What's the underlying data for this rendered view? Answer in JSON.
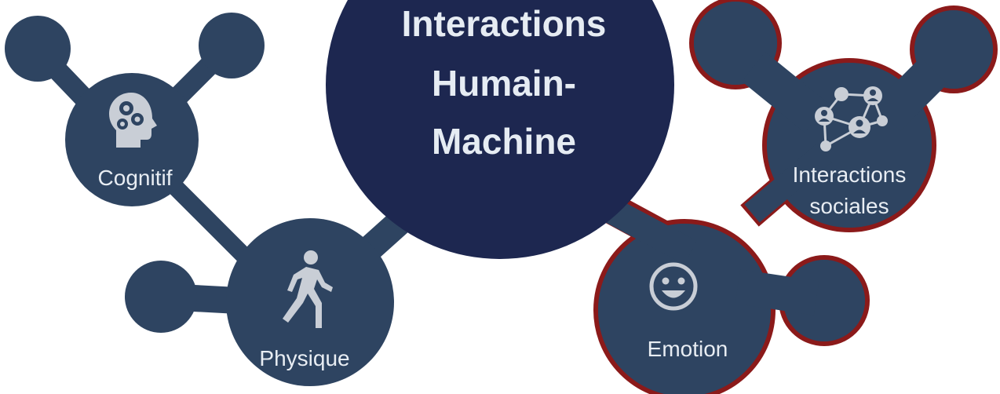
{
  "diagram": {
    "title_lines": [
      "Interactions",
      "Humain-",
      "Machine"
    ],
    "nodes": {
      "cognitif": {
        "label": "Cognitif",
        "icon": "head-gears-icon"
      },
      "physique": {
        "label": "Physique",
        "icon": "walking-person-icon"
      },
      "emotion": {
        "label": "Emotion",
        "icon": "smiley-face-icon"
      },
      "social": {
        "label_lines": [
          "Interactions",
          "sociales"
        ],
        "icon": "social-network-icon"
      }
    },
    "colors": {
      "node_fill": "#2e4461",
      "center_fill": "#1d2750",
      "highlight_outline": "#8b1a1a",
      "icon_fill": "#c9ced6",
      "text": "#e8edf3"
    }
  }
}
